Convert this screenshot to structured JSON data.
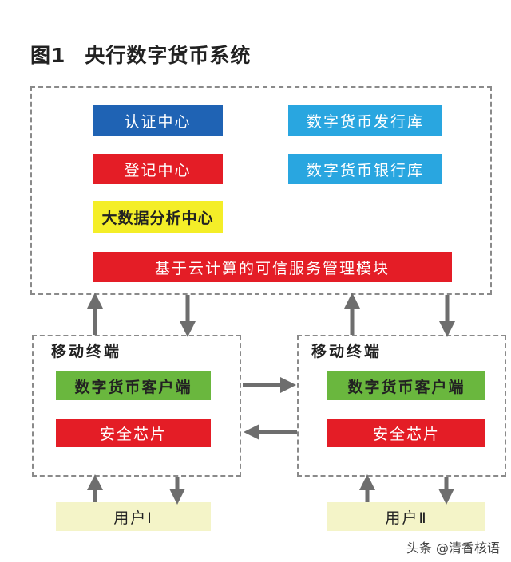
{
  "title": {
    "number": "图1",
    "text": "央行数字货币系统"
  },
  "central": {
    "auth_center": "认证中心",
    "registry_center": "登记中心",
    "bigdata_center": "大数据分析中心",
    "issuance_db": "数字货币发行库",
    "bank_db": "数字货币银行库",
    "cloud_module": "基于云计算的可信服务管理模块"
  },
  "terminals": [
    {
      "label": "移动终端",
      "client": "数字货币客户端",
      "chip": "安全芯片",
      "user": "用户Ⅰ"
    },
    {
      "label": "移动终端",
      "client": "数字货币客户端",
      "chip": "安全芯片",
      "user": "用户Ⅱ"
    }
  ],
  "colors": {
    "dark_blue": "#1f63b4",
    "light_blue": "#29a6e0",
    "red": "#e41d26",
    "yellow": "#f4ee28",
    "green": "#6ab73e",
    "cream": "#f4f4c8",
    "arrow": "#6e6e6e",
    "dashed_border": "#8a8a8a"
  },
  "watermark": "头条 @清香核语"
}
